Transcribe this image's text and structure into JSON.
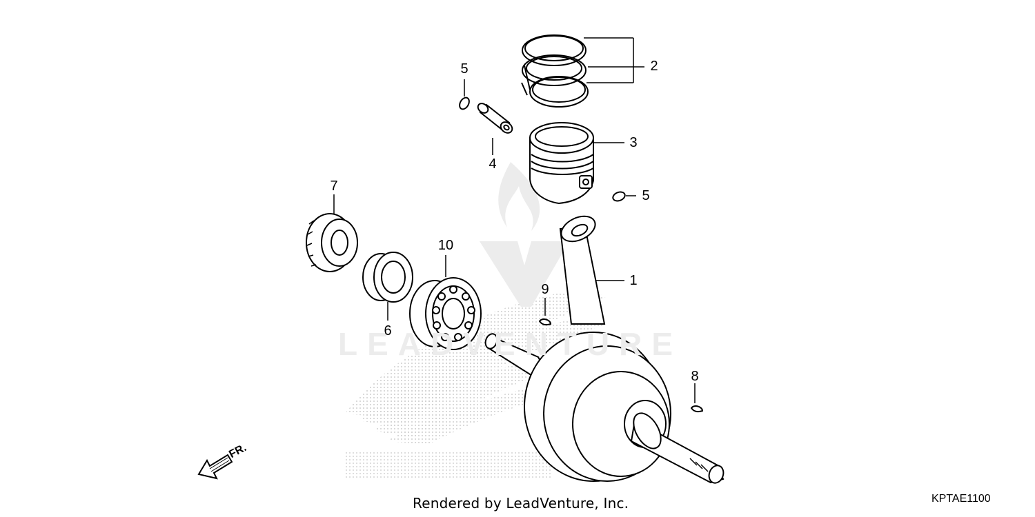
{
  "diagram": {
    "callouts": {
      "c1": "1",
      "c2": "2",
      "c3": "3",
      "c4": "4",
      "c5a": "5",
      "c5b": "5",
      "c6": "6",
      "c7": "7",
      "c8": "8",
      "c9": "9",
      "c10": "10"
    },
    "direction_label": "FR.",
    "watermark_text": "LEADVENTURE",
    "credit": "Rendered by LeadVenture, Inc.",
    "code": "KPTAE1100"
  },
  "colors": {
    "ink": "#000000",
    "watermark": "#e6e6e6",
    "stipple": "#cfcfcf"
  },
  "icons": {
    "direction": "arrow-front-left-icon",
    "brand_mark": "honda-wing-watermark-icon"
  }
}
